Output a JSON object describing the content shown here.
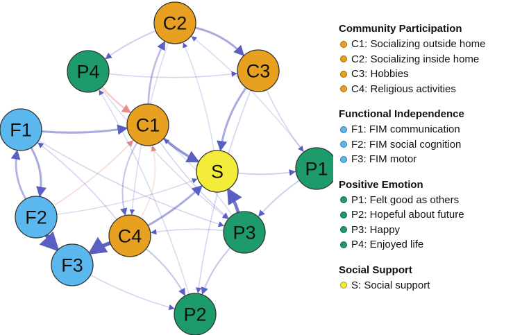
{
  "colors": {
    "community": "#E8A020",
    "functional": "#5BB8EE",
    "emotion": "#1E9B6A",
    "support": "#F3EC3A",
    "positive_edge": "#5A5FC2",
    "negative_edge": "#E88A8A"
  },
  "nodes": [
    {
      "id": "C1",
      "label": "C1",
      "group": "community"
    },
    {
      "id": "C2",
      "label": "C2",
      "group": "community"
    },
    {
      "id": "C3",
      "label": "C3",
      "group": "community"
    },
    {
      "id": "C4",
      "label": "C4",
      "group": "community"
    },
    {
      "id": "F1",
      "label": "F1",
      "group": "functional"
    },
    {
      "id": "F2",
      "label": "F2",
      "group": "functional"
    },
    {
      "id": "F3",
      "label": "F3",
      "group": "functional"
    },
    {
      "id": "P1",
      "label": "P1",
      "group": "emotion"
    },
    {
      "id": "P2",
      "label": "P2",
      "group": "emotion"
    },
    {
      "id": "P3",
      "label": "P3",
      "group": "emotion"
    },
    {
      "id": "P4",
      "label": "P4",
      "group": "emotion"
    },
    {
      "id": "S",
      "label": "S",
      "group": "support"
    }
  ],
  "edges": [
    {
      "from": "F2",
      "to": "F3",
      "weight": 1.0,
      "sign": "positive"
    },
    {
      "from": "C4",
      "to": "F3",
      "weight": 0.95,
      "sign": "positive"
    },
    {
      "from": "P3",
      "to": "S",
      "weight": 0.8,
      "sign": "positive"
    },
    {
      "from": "C1",
      "to": "S",
      "weight": 0.6,
      "sign": "positive"
    },
    {
      "from": "C4",
      "to": "S",
      "weight": 0.45,
      "sign": "positive"
    },
    {
      "from": "F1",
      "to": "C1",
      "weight": 0.45,
      "sign": "positive"
    },
    {
      "from": "C2",
      "to": "C3",
      "weight": 0.45,
      "sign": "positive"
    },
    {
      "from": "C3",
      "to": "S",
      "weight": 0.45,
      "sign": "positive"
    },
    {
      "from": "F1",
      "to": "F2",
      "weight": 0.45,
      "sign": "positive"
    },
    {
      "from": "F2",
      "to": "F1",
      "weight": 0.4,
      "sign": "positive"
    },
    {
      "from": "C1",
      "to": "C2",
      "weight": 0.35,
      "sign": "positive"
    },
    {
      "from": "P4",
      "to": "C1",
      "weight": 0.35,
      "sign": "negative"
    },
    {
      "from": "F2",
      "to": "C1",
      "weight": 0.2,
      "sign": "negative"
    },
    {
      "from": "C4",
      "to": "C1",
      "weight": 0.15,
      "sign": "negative"
    },
    {
      "from": "C1",
      "to": "C4",
      "weight": 0.25,
      "sign": "positive"
    },
    {
      "from": "P3",
      "to": "P2",
      "weight": 0.25,
      "sign": "positive"
    },
    {
      "from": "C4",
      "to": "P2",
      "weight": 0.25,
      "sign": "positive"
    },
    {
      "from": "S",
      "to": "P1",
      "weight": 0.2,
      "sign": "positive"
    },
    {
      "from": "P1",
      "to": "P3",
      "weight": 0.2,
      "sign": "positive"
    },
    {
      "from": "C3",
      "to": "P1",
      "weight": 0.15,
      "sign": "positive"
    },
    {
      "from": "C2",
      "to": "P4",
      "weight": 0.2,
      "sign": "positive"
    },
    {
      "from": "P4",
      "to": "C3",
      "weight": 0.15,
      "sign": "positive"
    },
    {
      "from": "C3",
      "to": "P2",
      "weight": 0.15,
      "sign": "positive"
    },
    {
      "from": "F1",
      "to": "P3",
      "weight": 0.15,
      "sign": "positive"
    },
    {
      "from": "C4",
      "to": "F1",
      "weight": 0.15,
      "sign": "positive"
    },
    {
      "from": "F3",
      "to": "P2",
      "weight": 0.15,
      "sign": "positive"
    },
    {
      "from": "P2",
      "to": "P4",
      "weight": 0.12,
      "sign": "positive"
    },
    {
      "from": "C1",
      "to": "P3",
      "weight": 0.15,
      "sign": "positive"
    },
    {
      "from": "P3",
      "to": "C4",
      "weight": 0.15,
      "sign": "positive"
    },
    {
      "from": "P3",
      "to": "C1",
      "weight": 0.12,
      "sign": "positive"
    },
    {
      "from": "S",
      "to": "C2",
      "weight": 0.12,
      "sign": "positive"
    },
    {
      "from": "P1",
      "to": "C2",
      "weight": 0.12,
      "sign": "positive"
    },
    {
      "from": "F2",
      "to": "S",
      "weight": 0.12,
      "sign": "positive"
    },
    {
      "from": "C2",
      "to": "C4",
      "weight": 0.12,
      "sign": "positive"
    },
    {
      "from": "P4",
      "to": "P3",
      "weight": 0.12,
      "sign": "positive"
    }
  ],
  "legend": [
    {
      "title": "Community Participation",
      "group": "community",
      "items": [
        "C1: Socializing outside home",
        "C2: Socializing inside home",
        "C3: Hobbies",
        "C4: Religious activities"
      ]
    },
    {
      "title": "Functional Independence",
      "group": "functional",
      "items": [
        "F1: FIM communication",
        "F2: FIM social cognition",
        "F3: FIM motor"
      ]
    },
    {
      "title": "Positive Emotion",
      "group": "emotion",
      "items": [
        "P1: Felt good as others",
        "P2: Hopeful about future",
        "P3: Happy",
        "P4: Enjoyed life"
      ]
    },
    {
      "title": "Social Support",
      "group": "support",
      "items": [
        "S: Social support"
      ]
    }
  ]
}
